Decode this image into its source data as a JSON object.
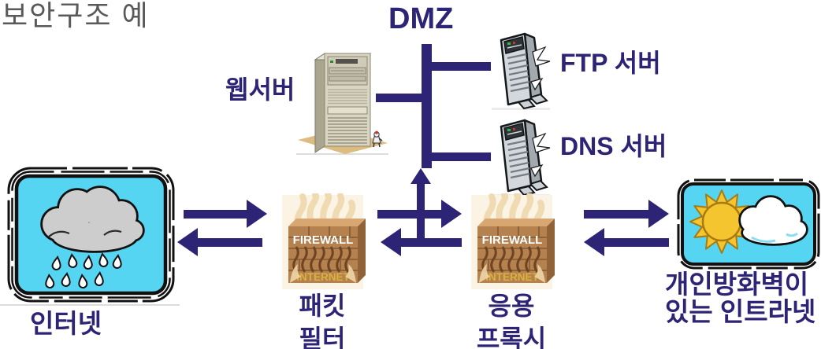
{
  "slide": {
    "title": "보안구조 예"
  },
  "colors": {
    "accent": "#2E2476",
    "title_gray": "#595959",
    "sky_blue": "#55D5F2",
    "cloud_gray": "#CDCDCD",
    "firewall_brick": "#B5814E",
    "firewall_gold": "#D9B23C",
    "server_beige": "#D9D5C3",
    "server_gray": "#D4D8DC",
    "sun_yellow": "#F4C52E"
  },
  "dmz": {
    "label": "DMZ"
  },
  "servers": {
    "web": {
      "label": "웹서버"
    },
    "ftp": {
      "label": "FTP 서버"
    },
    "dns": {
      "label": "DNS 서버"
    }
  },
  "zones": {
    "internet": {
      "label": "인터넷"
    },
    "intranet": {
      "line1": "개인방화벽이",
      "line2": "있는 인트라넷"
    }
  },
  "firewalls": {
    "packet_filter": {
      "line1": "패킷",
      "line2": "필터"
    },
    "app_proxy": {
      "line1": "응용",
      "line2": "프록시"
    },
    "icon_text_top": "FIREWALL",
    "icon_text_bottom": "INTERNET"
  },
  "icons": {
    "internet_image": "storm-rain-cloud",
    "intranet_image": "sun-behind-cloud",
    "firewall_image": "burning-brick-wall",
    "web_server_image": "beige-tower-server",
    "ftp_dns_image": "gray-leaning-server"
  }
}
